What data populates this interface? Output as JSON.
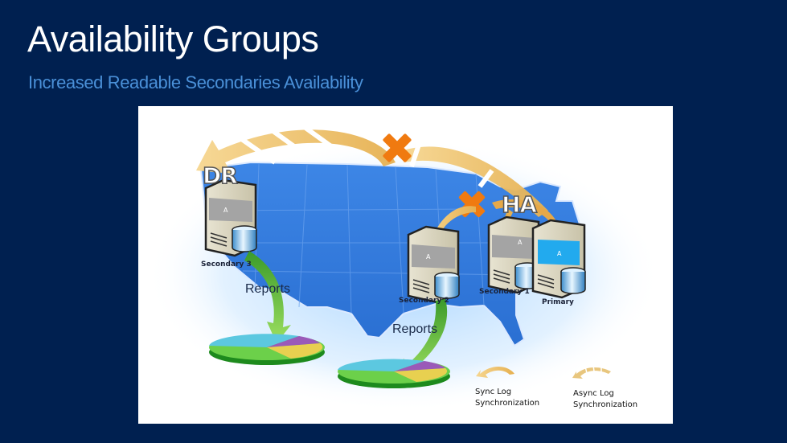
{
  "slide": {
    "title": "Availability Groups",
    "subtitle": "Increased Readable Secondaries Availability",
    "colors": {
      "background": "#002050",
      "title": "#ffffff",
      "subtitle": "#4a90d8",
      "map": "#2f77d8",
      "failure_x": "#f07a10",
      "sync_arrow": "#f0c868",
      "reports_arrow": "#6cc040",
      "primary_db": "#22aaee"
    }
  },
  "diagram": {
    "zones": {
      "dr": "DR",
      "ha": "HA"
    },
    "servers": [
      {
        "label": "Secondary 3",
        "replica": "A",
        "role": "secondary"
      },
      {
        "label": "Secondary 2",
        "replica": "A",
        "role": "secondary"
      },
      {
        "label": "Secondary 1",
        "replica": "A",
        "role": "secondary"
      },
      {
        "label": "Primary",
        "replica": "A",
        "role": "primary"
      }
    ],
    "reports": [
      {
        "label": "Reports"
      },
      {
        "label": "Reports"
      }
    ],
    "legend": [
      {
        "line1": "Sync Log",
        "line2": "Synchronization",
        "icon": "sync-arrow-icon"
      },
      {
        "line1": "Async Log",
        "line2": "Synchronization",
        "icon": "async-arrow-icon"
      }
    ]
  }
}
